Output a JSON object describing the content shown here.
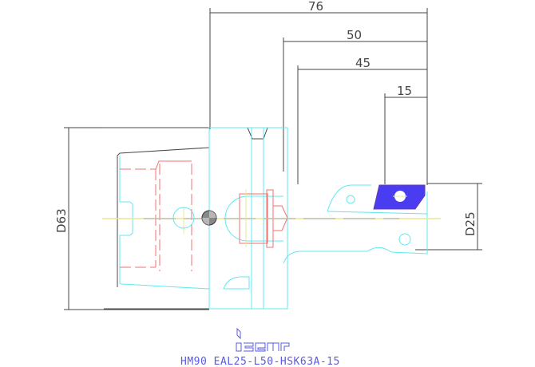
{
  "dimensions": {
    "d76": "76",
    "d50": "50",
    "d45": "45",
    "d15": "15",
    "dia63": "D63",
    "dia25": "D25"
  },
  "logo_text": "iscar",
  "caption": "HM90 EAL25-L50-HSK63A-15",
  "colors": {
    "outline": "#4a4a4a",
    "cyan": "#5ee8f0",
    "red": "#f07070",
    "insert": "#4a3cf0",
    "center": "#e8e890"
  }
}
